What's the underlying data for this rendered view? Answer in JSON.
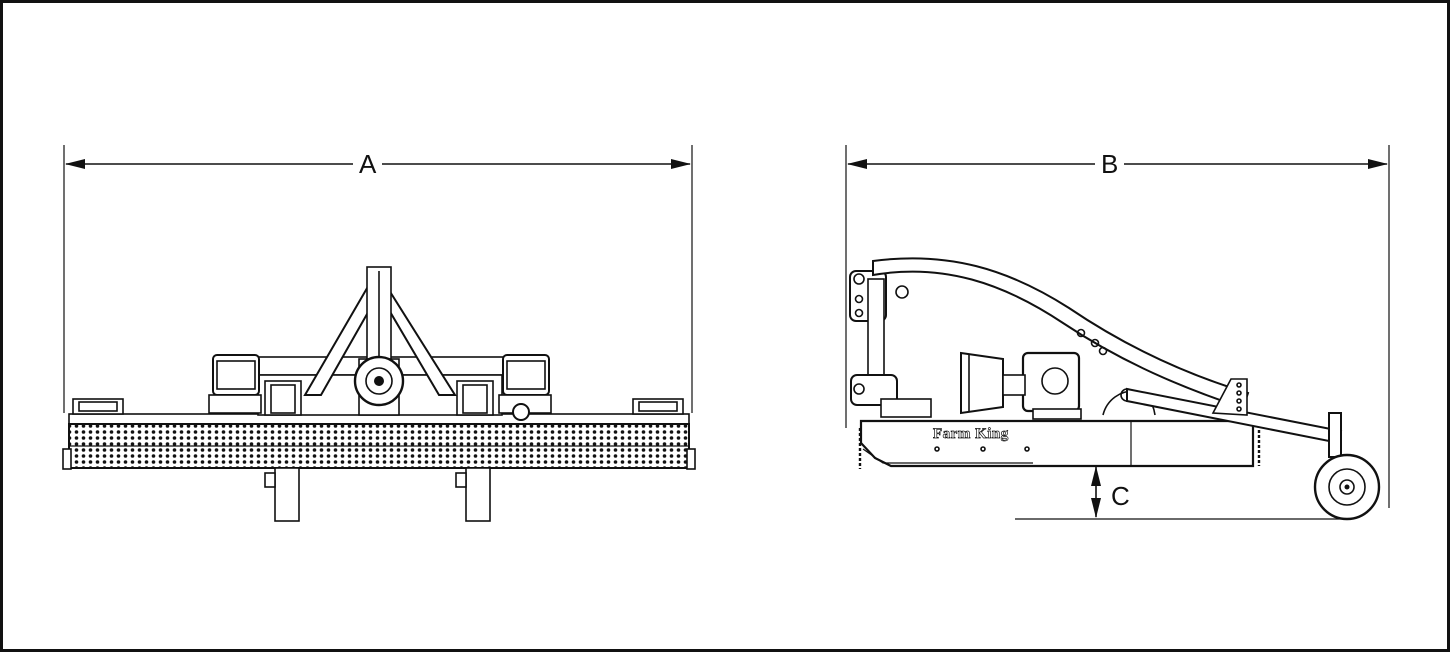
{
  "figure": {
    "front_view": {
      "dimension_label": "A"
    },
    "side_view": {
      "width_label": "B",
      "height_label": "C",
      "brand_decal": "Farm King"
    }
  },
  "colors": {
    "line": "#111111",
    "background": "#ffffff"
  }
}
